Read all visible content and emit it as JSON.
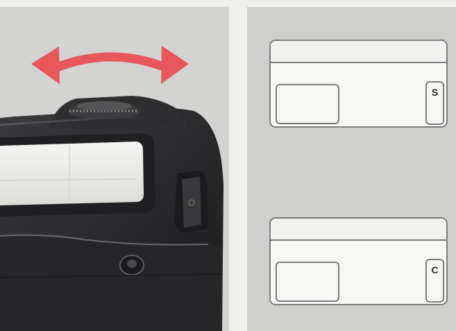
{
  "illustration": {
    "arrow_icon": "double-headed-curved-arrow",
    "arrow_color": "#e8575b",
    "subject": "camera-body-top-view"
  },
  "display_top": {
    "mode_label": "S"
  },
  "display_bottom": {
    "mode_label": "C"
  },
  "colors": {
    "left_background": "#d3d3d1",
    "right_background": "#cfcfcd",
    "camera_body": "#2b2b2d",
    "lcd_outline": "#7d7d7d",
    "lcd_fill": "#f6f6f4"
  }
}
